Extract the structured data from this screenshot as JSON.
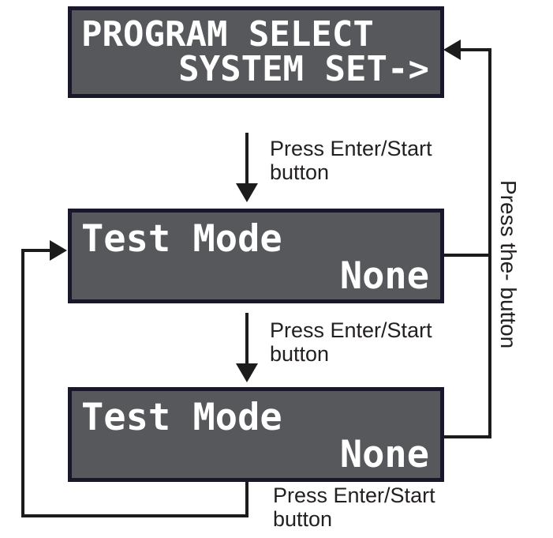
{
  "screens": [
    {
      "name": "program-select",
      "line1": "PROGRAM SELECT",
      "line2": "SYSTEM SET->"
    },
    {
      "name": "test-mode-1",
      "line1": "Test Mode",
      "line2": "None"
    },
    {
      "name": "test-mode-2",
      "line1": "Test Mode",
      "line2": "None"
    }
  ],
  "step_labels": [
    {
      "line1": "Press Enter/Start",
      "line2": "button"
    },
    {
      "line1": "Press Enter/Start",
      "line2": "button"
    },
    {
      "line1": "Press Enter/Start",
      "line2": "button"
    }
  ],
  "return_label": "Press the- button",
  "colors": {
    "lcd_fill": "#56585b",
    "lcd_border": "#18182a",
    "lcd_text": "#ffffff",
    "connector": "#1c1c1c",
    "label_text": "#242021",
    "background": "#ffffff"
  }
}
